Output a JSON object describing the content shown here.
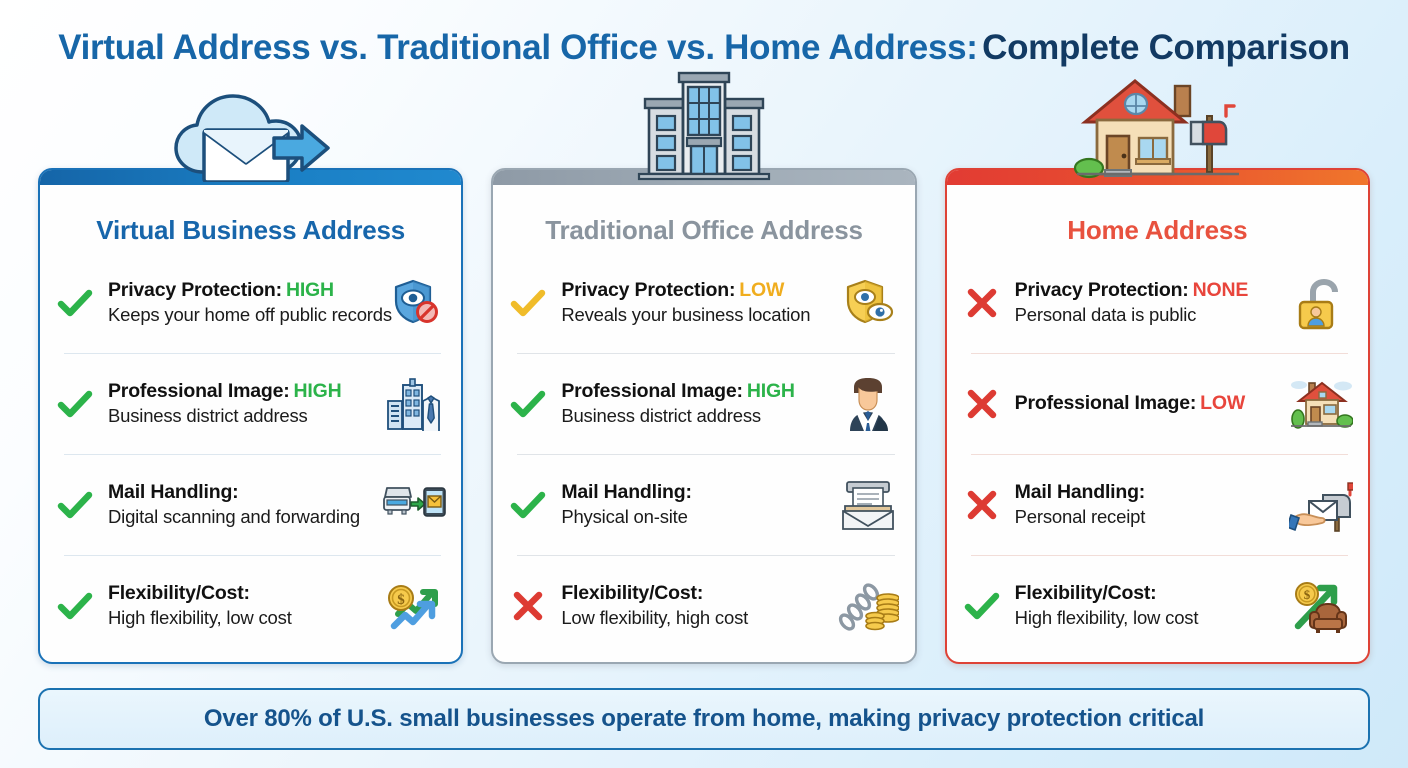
{
  "title": {
    "main": "Virtual Address vs. Traditional Office vs. Home Address:",
    "accent": "Complete Comparison"
  },
  "colors": {
    "virtual_accent": "#1766ab",
    "office_accent": "#8a949e",
    "home_accent": "#e8523f",
    "high_green": "#2cb34a",
    "low_amber": "#f0ad1e",
    "negative_red": "#e8453c",
    "banner_text": "#15538c"
  },
  "cards": [
    {
      "id": "virtual",
      "title": "Virtual Business Address",
      "hero_icon": "cloud-mail-forward-icon",
      "rows": [
        {
          "mark": "check-green-icon",
          "label": "Privacy Protection:",
          "value": "HIGH",
          "value_style": "high",
          "sub": "Keeps your home off public records",
          "icon": "shield-eye-blocked-icon"
        },
        {
          "mark": "check-green-icon",
          "label": "Professional Image:",
          "value": "HIGH",
          "value_style": "high",
          "sub": "Business district address",
          "icon": "skyscraper-necktie-icon"
        },
        {
          "mark": "check-green-icon",
          "label": "Mail Handling:",
          "value": "",
          "value_style": "",
          "sub": "Digital scanning and forwarding",
          "icon": "scanner-email-icon"
        },
        {
          "mark": "check-green-icon",
          "label": "Flexibility/Cost:",
          "value": "",
          "value_style": "",
          "sub": "High flexibility, low cost",
          "icon": "coin-growth-arrows-icon"
        }
      ]
    },
    {
      "id": "office",
      "title": "Traditional Office Address",
      "hero_icon": "office-building-icon",
      "rows": [
        {
          "mark": "check-amber-icon",
          "label": "Privacy Protection:",
          "value": "LOW",
          "value_style": "low-amber",
          "sub": "Reveals your business location",
          "icon": "shield-eye-visible-icon"
        },
        {
          "mark": "check-green-icon",
          "label": "Professional Image:",
          "value": "HIGH",
          "value_style": "high",
          "sub": "Business district address",
          "icon": "businessman-suit-icon"
        },
        {
          "mark": "check-green-icon",
          "label": "Mail Handling:",
          "value": "",
          "value_style": "",
          "sub": "Physical on-site",
          "icon": "mail-tray-envelope-icon"
        },
        {
          "mark": "cross-red-icon",
          "label": "Flexibility/Cost:",
          "value": "",
          "value_style": "",
          "sub": "Low flexibility, high cost",
          "icon": "chain-coins-icon"
        }
      ]
    },
    {
      "id": "home",
      "title": "Home Address",
      "hero_icon": "house-mailbox-icon",
      "rows": [
        {
          "mark": "cross-red-icon",
          "label": "Privacy Protection:",
          "value": "NONE",
          "value_style": "none",
          "sub": "Personal data is public",
          "icon": "open-padlock-person-icon"
        },
        {
          "mark": "cross-red-icon",
          "label": "Professional Image:",
          "value": "LOW",
          "value_style": "low-red",
          "sub": "",
          "icon": "house-outdoor-icon"
        },
        {
          "mark": "cross-red-icon",
          "label": "Mail Handling:",
          "value": "",
          "value_style": "",
          "sub": "Personal receipt",
          "icon": "hand-mailbox-icon"
        },
        {
          "mark": "check-green-icon",
          "label": "Flexibility/Cost:",
          "value": "",
          "value_style": "",
          "sub": "High flexibility, low cost",
          "icon": "coin-arrow-armchair-icon"
        }
      ]
    }
  ],
  "banner": {
    "text": "Over 80% of U.S. small businesses operate from home, making privacy protection critical"
  }
}
